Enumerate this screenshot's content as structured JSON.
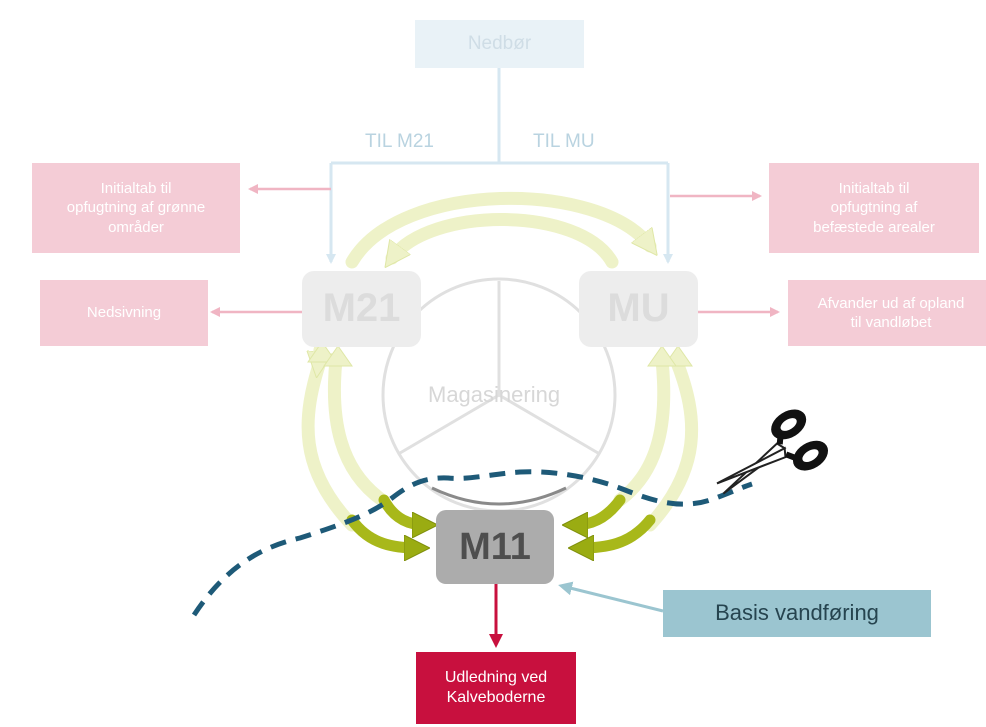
{
  "nedbor": "Nedbør",
  "labels": {
    "til_m21": "TIL M21",
    "til_mu": "TIL MU"
  },
  "initialtab_green": "Initialtab til\nopfugtning af grønne\nområder",
  "initialtab_paved": "Initialtab til\nopfugtning af\nbefæstede arealer",
  "nedsivning": "Nedsivning",
  "afvander": "Afvander ud af opland\ntil vandløbet",
  "m21": "M21",
  "mu": "MU",
  "magasinering": "Magasinering",
  "m11": "M11",
  "basis": "Basis vandføring",
  "udledning": "Udledning ved\nKalveboderne",
  "colors": {
    "pink_box": "#f4ccd6",
    "pink_arrow": "#f0b5c3",
    "blue_line": "#d6e7f1",
    "green_arrow": "#a8b81a",
    "dashed_line": "#1e5a78",
    "red_box": "#c8103e",
    "basis_box": "#9bc5d0"
  }
}
